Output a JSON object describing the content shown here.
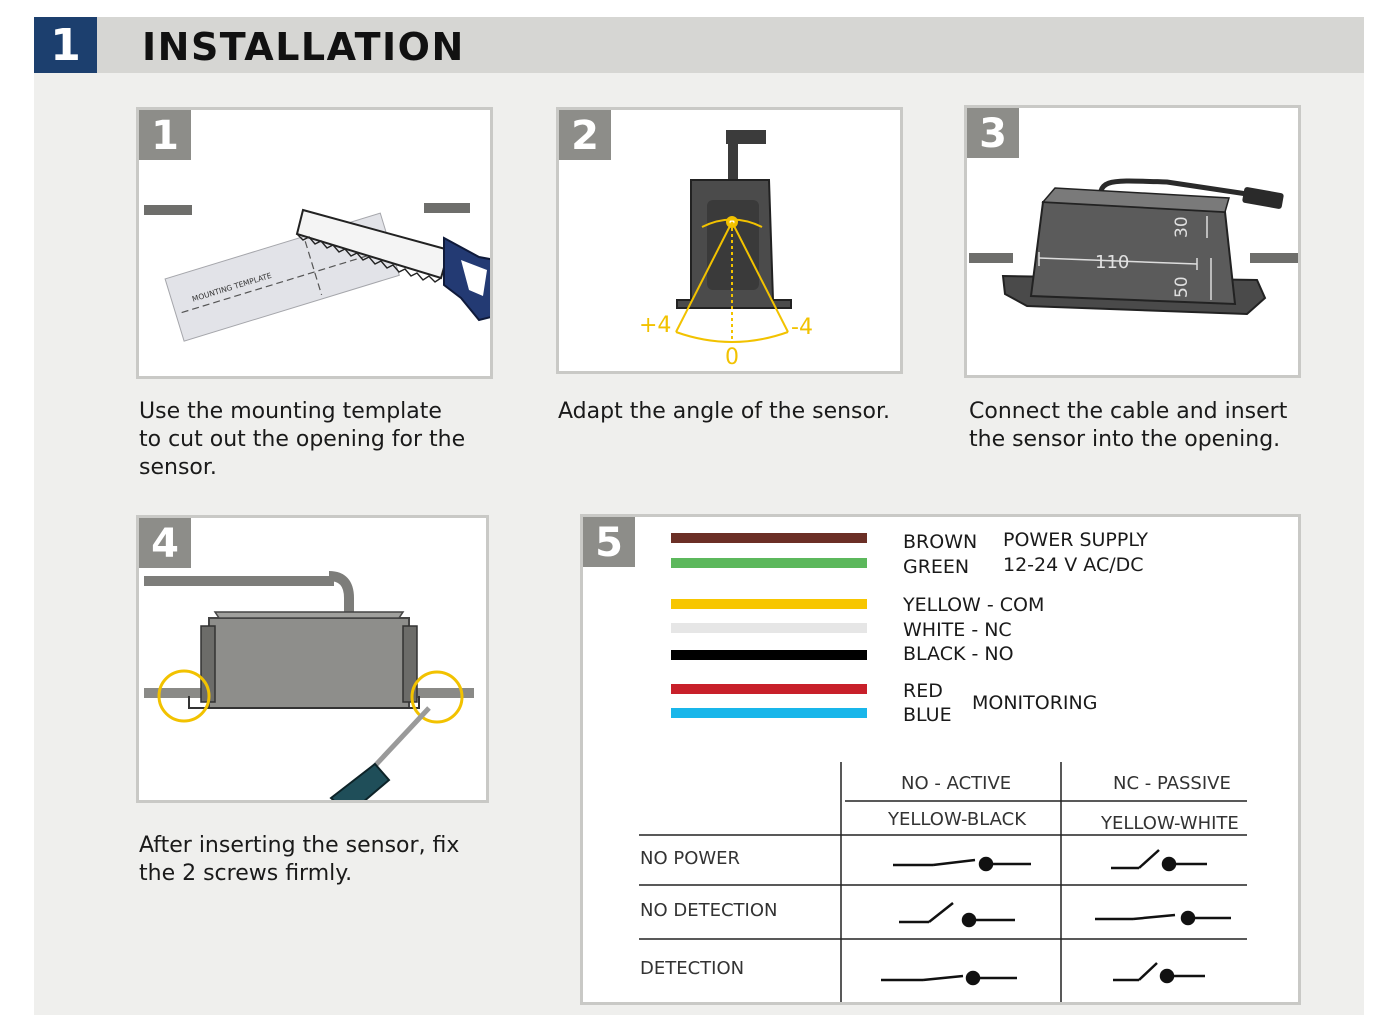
{
  "header": {
    "section_number": "1",
    "title": "INSTALLATION"
  },
  "steps": [
    {
      "number": "1",
      "caption": "Use the mounting template\nto cut out the opening for the\nsensor.",
      "template_text": "MOUNTING TEMPLATE"
    },
    {
      "number": "2",
      "caption": "Adapt the angle of the sensor.",
      "angle_plus": "+4",
      "angle_zero": "0",
      "angle_minus": "-4"
    },
    {
      "number": "3",
      "caption": "Connect the cable and insert\nthe sensor into the opening.",
      "dim_length": "110",
      "dim_width": "30",
      "dim_height": "50"
    },
    {
      "number": "4",
      "caption": "After inserting the sensor, fix\nthe 2 screws firmly."
    },
    {
      "number": "5"
    }
  ],
  "wiring": {
    "power": {
      "brown": "BROWN",
      "green": "GREEN",
      "label_line1": "POWER SUPPLY",
      "label_line2": "12-24 V AC/DC"
    },
    "relay": {
      "yellow": "YELLOW - COM",
      "white": "WHITE - NC",
      "black": "BLACK - NO"
    },
    "monitoring": {
      "red": "RED",
      "blue": "BLUE",
      "label": "MONITORING"
    },
    "colors": {
      "brown": "#6b2f26",
      "green": "#5cb85c",
      "yellow": "#f7c600",
      "white": "#e6e6e6",
      "black": "#000000",
      "red": "#c8202a",
      "blue": "#19b6ea"
    }
  },
  "contact_table": {
    "col1_header": "NO - ACTIVE",
    "col1_sub": "YELLOW-BLACK",
    "col2_header": "NC - PASSIVE",
    "col2_sub": "YELLOW-WHITE",
    "rows": [
      "NO POWER",
      "NO DETECTION",
      "DETECTION"
    ]
  }
}
